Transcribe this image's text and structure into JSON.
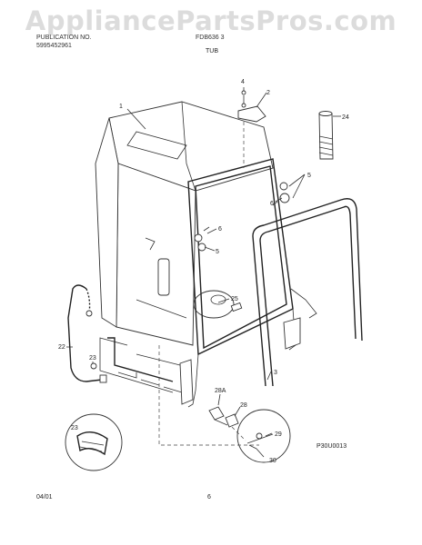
{
  "watermark": "AppliancePartsPros.com",
  "header": {
    "left_line1": "PUBLICATION NO.",
    "left_line2": "5995452961",
    "model_line": "FDB636 3",
    "section_title": "TUB"
  },
  "callouts": {
    "c1": "1",
    "c2": "2",
    "c3": "3",
    "c4": "4",
    "c5a": "5",
    "c5b": "5",
    "c6a": "6",
    "c6b": "6",
    "c22": "22",
    "c23": "23",
    "c23b": "23",
    "c24": "24",
    "c25": "25",
    "c28": "28",
    "c28a": "28A",
    "c29": "29",
    "c30": "30"
  },
  "diagram_code": "P30U0013",
  "footer": {
    "date": "04/01",
    "page": "6"
  }
}
